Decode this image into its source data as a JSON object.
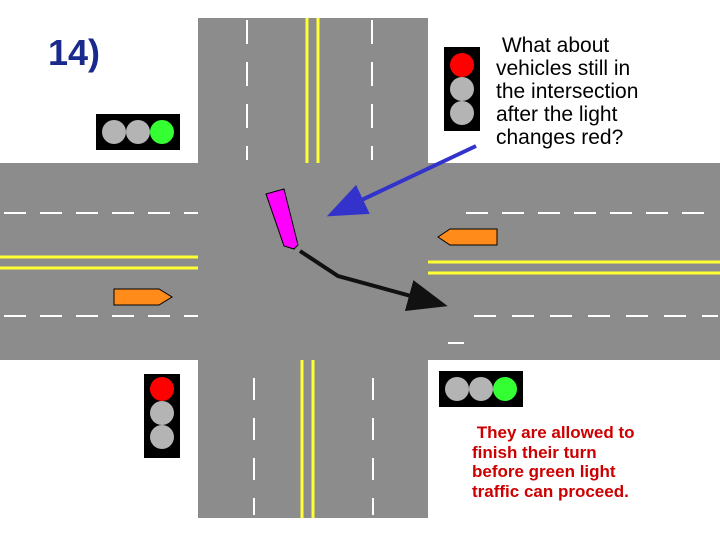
{
  "slide_number": "14)",
  "question": {
    "lines": [
      " What about",
      "vehicles still in",
      "the intersection",
      "after the light",
      "changes red?"
    ]
  },
  "answer": {
    "lines": [
      " They are allowed to",
      "finish their turn",
      "before green light",
      "traffic can proceed."
    ],
    "color": "#cc0000"
  },
  "colors": {
    "road": "#8c8c8c",
    "lane_yellow": "#ffff33",
    "lane_white": "#ffffff",
    "signal_housing": "#000000",
    "lamp_off": "#b4b4b4",
    "lamp_red": "#ff0000",
    "lamp_green": "#33ff33",
    "car_turning": "#ff00ff",
    "car_through": "#ff8c1a",
    "pointer_arrow": "#3333cc",
    "turn_path": "#111111"
  },
  "traffic_lights": [
    {
      "name": "signal-top-left-horizontal",
      "lit": "green",
      "orientation": "horizontal"
    },
    {
      "name": "signal-top-right-vertical",
      "lit": "red",
      "orientation": "vertical"
    },
    {
      "name": "signal-bottom-left-vertical",
      "lit": "red",
      "orientation": "vertical"
    },
    {
      "name": "signal-bottom-right-horizontal",
      "lit": "green",
      "orientation": "horizontal"
    }
  ],
  "vehicles": [
    {
      "name": "turning-car",
      "color_key": "car_turning"
    },
    {
      "name": "westbound-car",
      "color_key": "car_through"
    },
    {
      "name": "eastbound-car",
      "color_key": "car_through"
    }
  ]
}
